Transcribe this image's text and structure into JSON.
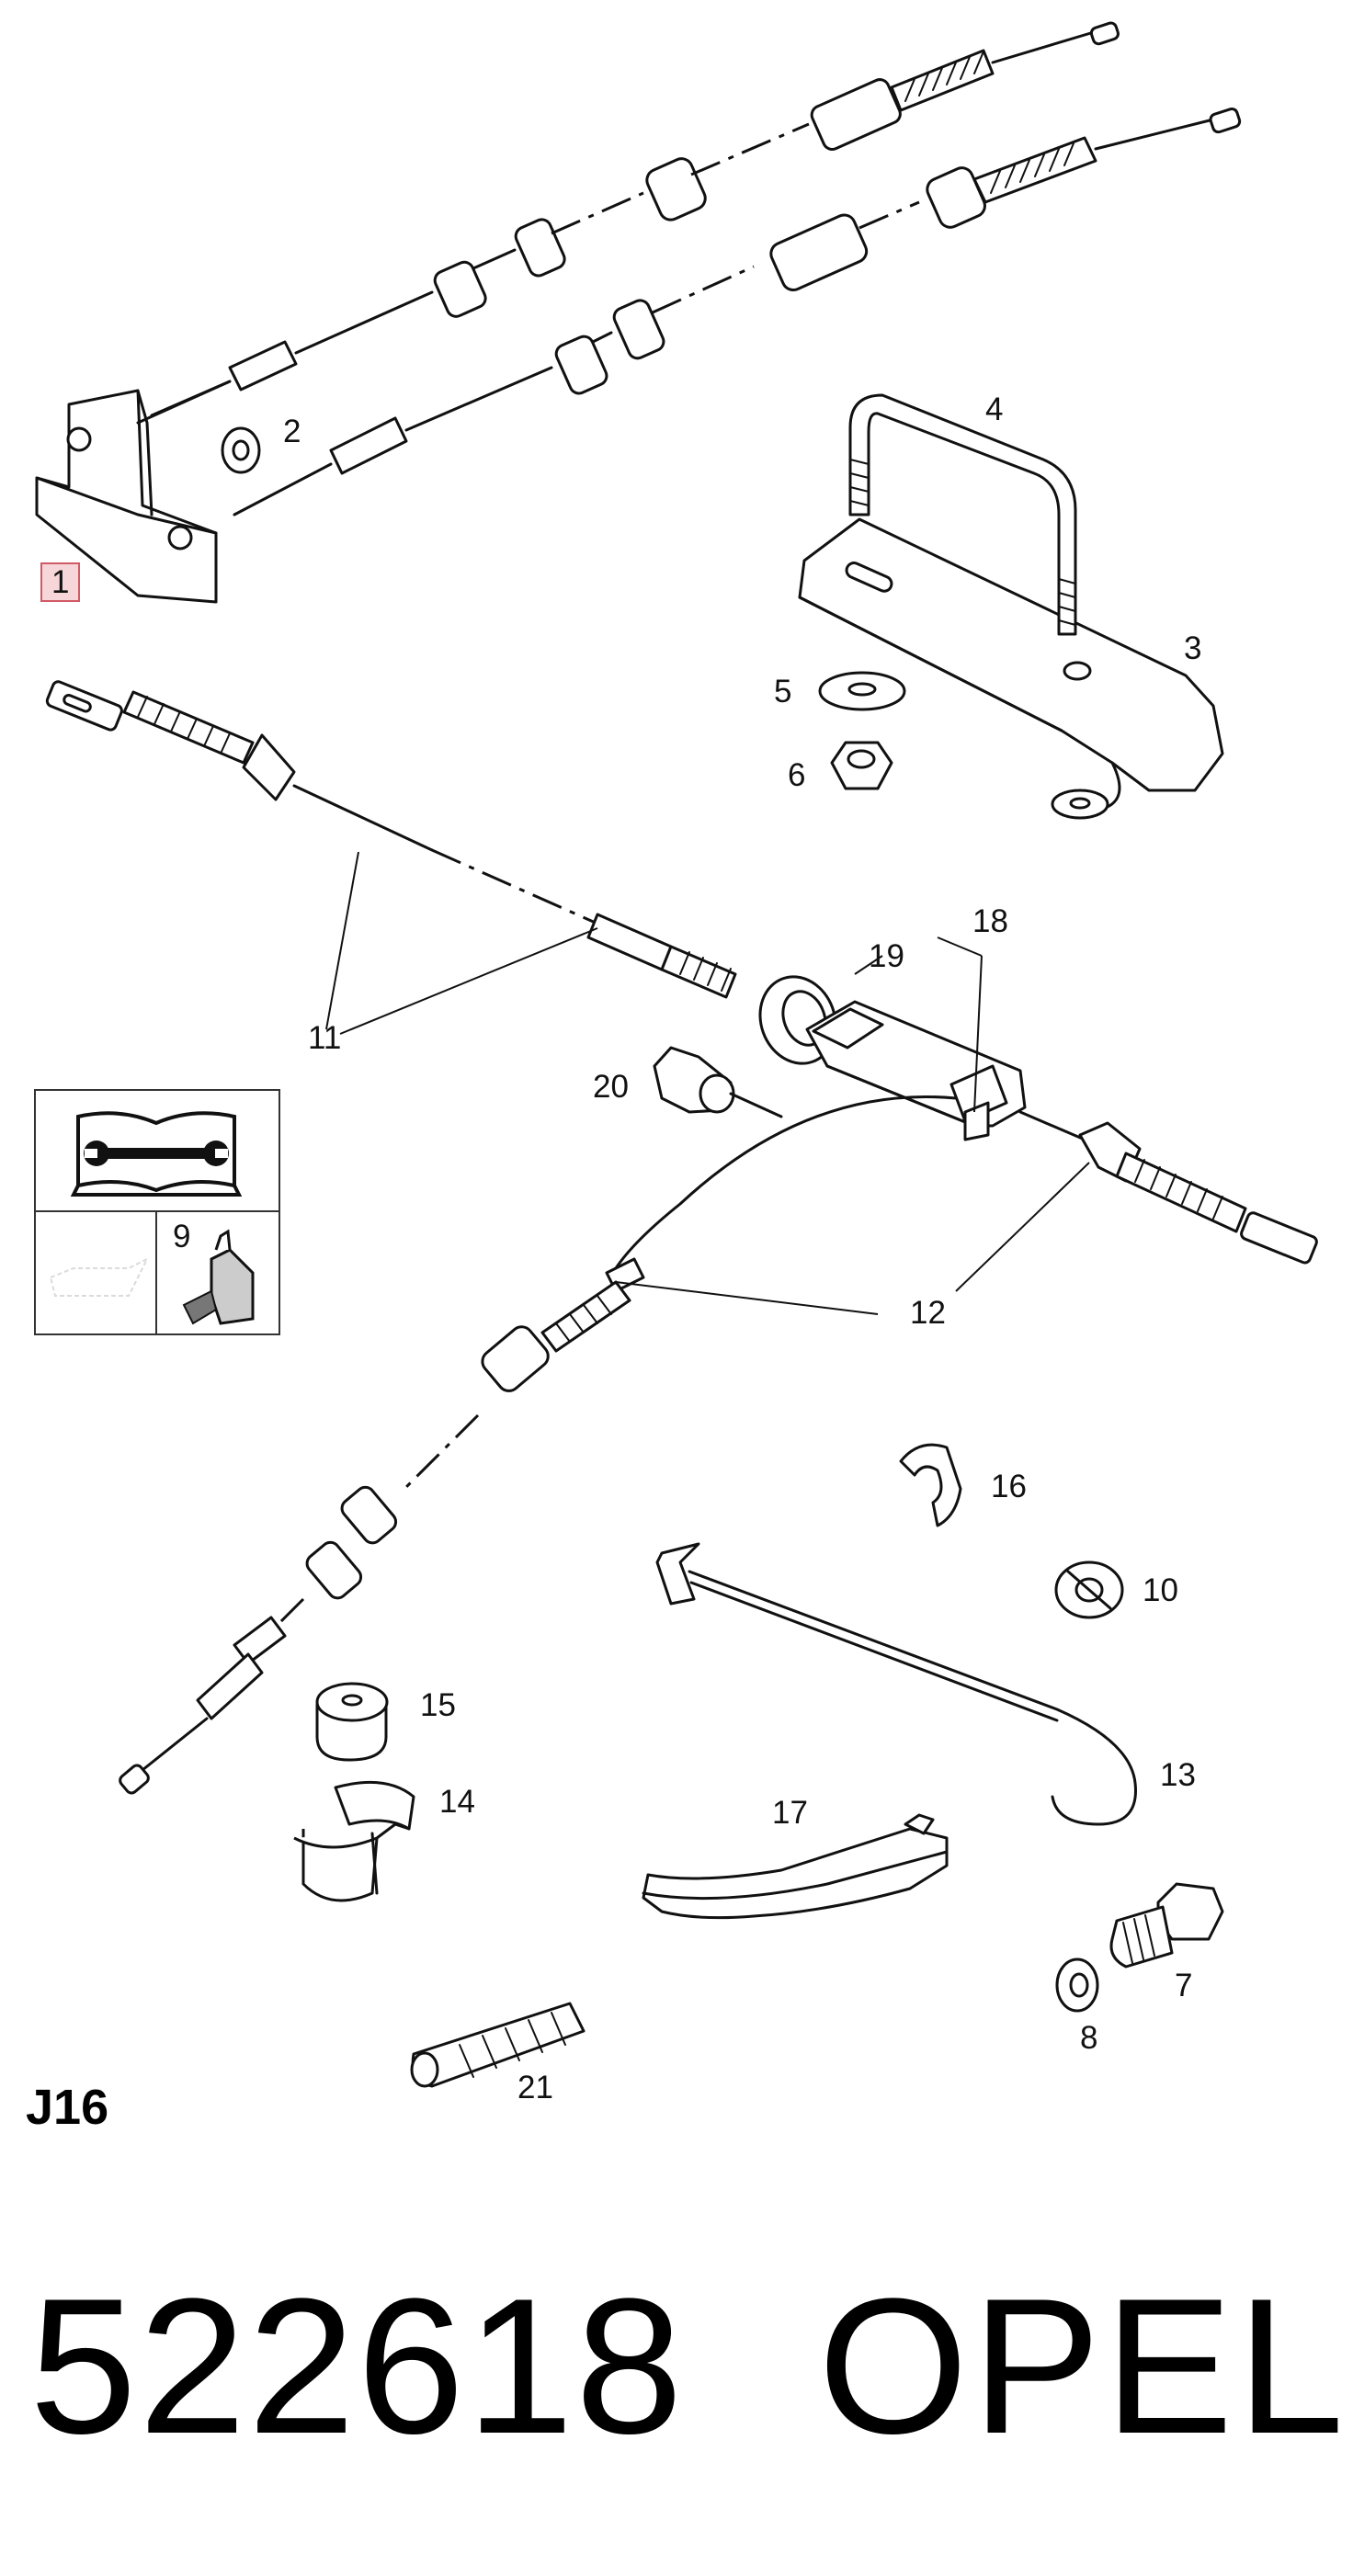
{
  "diagram": {
    "group_code": "J16",
    "part_number": "522618",
    "brand": "OPEL",
    "callouts": [
      {
        "id": "c1",
        "text": "1",
        "highlight": true
      },
      {
        "id": "c2",
        "text": "2"
      },
      {
        "id": "c3",
        "text": "3"
      },
      {
        "id": "c4",
        "text": "4"
      },
      {
        "id": "c5",
        "text": "5"
      },
      {
        "id": "c6",
        "text": "6"
      },
      {
        "id": "c7",
        "text": "7"
      },
      {
        "id": "c8",
        "text": "8"
      },
      {
        "id": "c9",
        "text": "9"
      },
      {
        "id": "c10",
        "text": "10"
      },
      {
        "id": "c11",
        "text": "11"
      },
      {
        "id": "c12",
        "text": "12"
      },
      {
        "id": "c13",
        "text": "13"
      },
      {
        "id": "c14",
        "text": "14"
      },
      {
        "id": "c15",
        "text": "15"
      },
      {
        "id": "c16",
        "text": "16"
      },
      {
        "id": "c17",
        "text": "17"
      },
      {
        "id": "c18",
        "text": "18"
      },
      {
        "id": "c19",
        "text": "19"
      },
      {
        "id": "c20",
        "text": "20"
      },
      {
        "id": "c21",
        "text": "21"
      }
    ],
    "legend": {
      "icons": [
        "manual-wrench-icon",
        "oil-can-icon",
        "lubricant-bottle-icon"
      ]
    },
    "colors": {
      "line": "#111111",
      "highlight_fill": "#f6d6d9",
      "highlight_border": "#d05a66",
      "faded": "#bbbbbb"
    }
  }
}
